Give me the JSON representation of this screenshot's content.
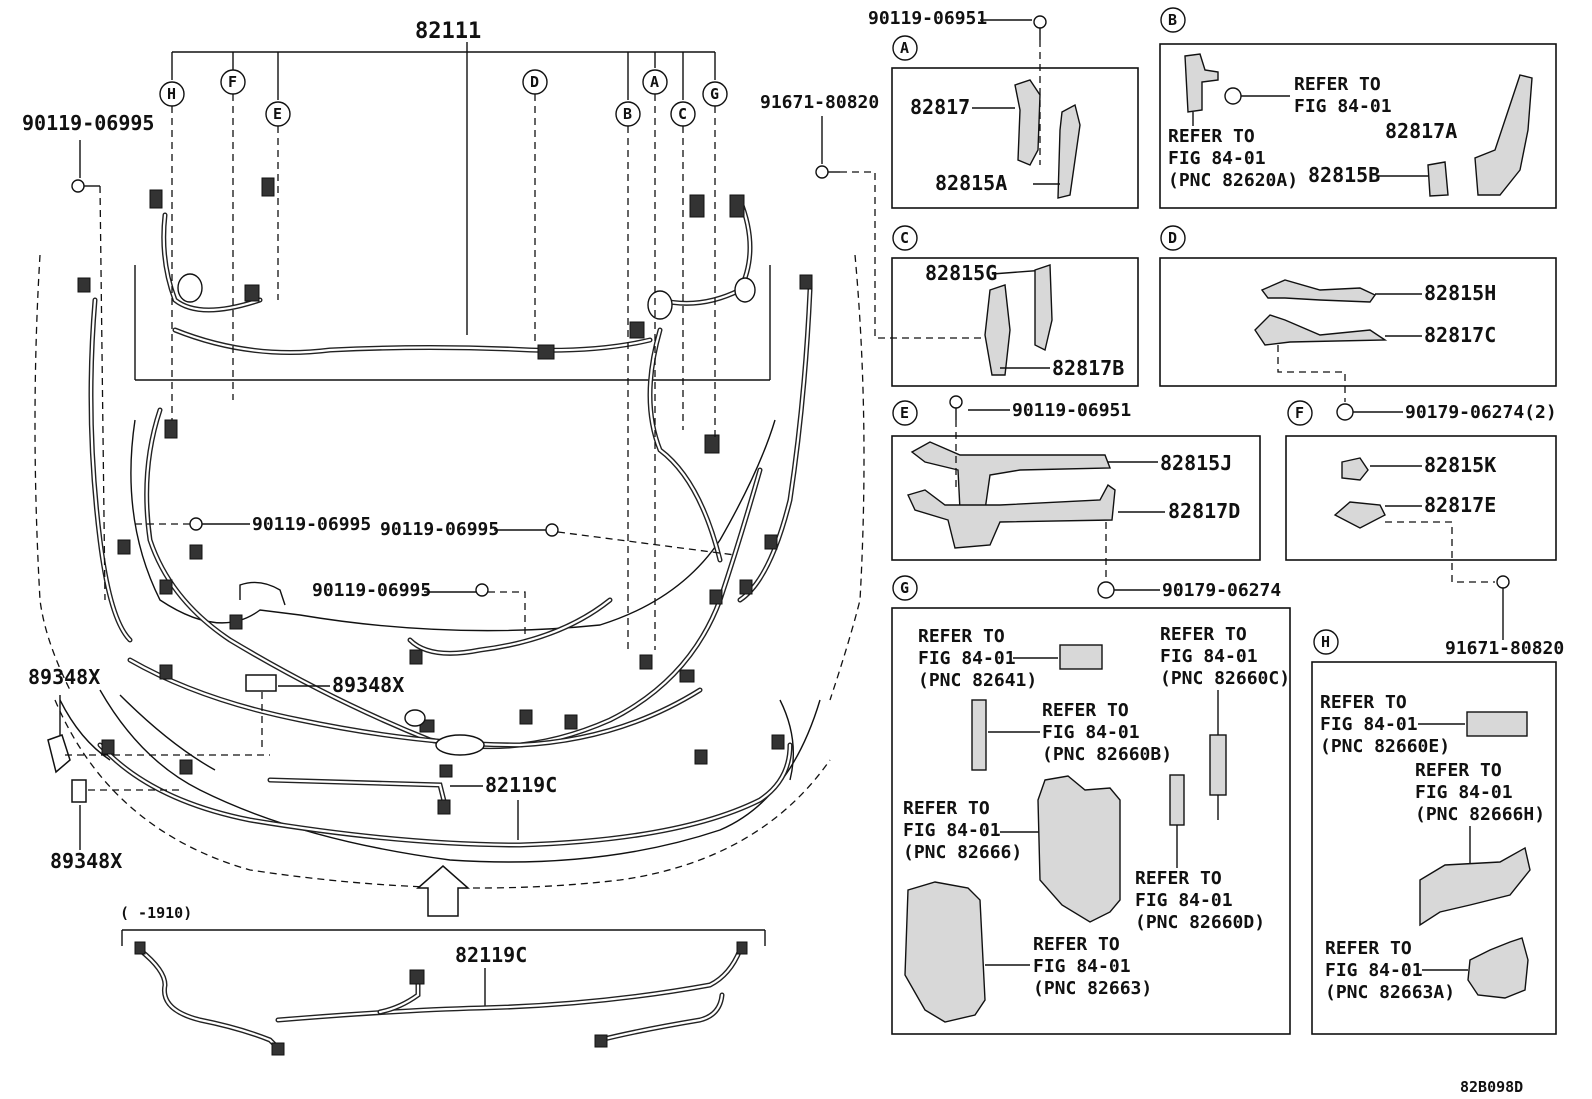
{
  "diagram_id": "82B098D",
  "main": {
    "harness_label": "82111",
    "bumper_harness_label": "82119C",
    "variant_label": "82119C",
    "variant_note": "(    -1910)",
    "clip_label": "89348X",
    "bolt_labels": {
      "top_left": "90119-06995",
      "top_center": "90119-06951",
      "left_mid": "91671-80820",
      "center_1": "90119-06995",
      "center_2": "90119-06995",
      "center_3": "90119-06995"
    },
    "bubbles": [
      "H",
      "F",
      "E",
      "D",
      "B",
      "A",
      "C",
      "G"
    ]
  },
  "insets": {
    "A": {
      "letter": "A",
      "parts": [
        "82817",
        "82815A"
      ]
    },
    "B": {
      "letter": "B",
      "parts": [
        "82817A",
        "82815B"
      ],
      "refer1": [
        "REFER TO",
        "FIG 84-01"
      ],
      "refer2": [
        "REFER TO",
        "FIG 84-01",
        "(PNC 82620A)"
      ]
    },
    "C": {
      "letter": "C",
      "parts": [
        "82815G",
        "82817B"
      ]
    },
    "D": {
      "letter": "D",
      "parts": [
        "82815H",
        "82817C"
      ]
    },
    "E": {
      "letter": "E",
      "parts": [
        "82815J",
        "82817D"
      ],
      "bolt": "90119-06951",
      "clip": "90179-06274"
    },
    "F": {
      "letter": "F",
      "parts": [
        "82815K",
        "82817E"
      ],
      "clip": "90179-06274(2)",
      "bolt": "91671-80820"
    },
    "G": {
      "letter": "G",
      "refs": [
        [
          "REFER TO",
          "FIG 84-01",
          "(PNC 82641)"
        ],
        [
          "REFER TO",
          "FIG 84-01",
          "(PNC 82660C)"
        ],
        [
          "REFER TO",
          "FIG 84-01",
          "(PNC 82660B)"
        ],
        [
          "REFER TO",
          "FIG 84-01",
          "(PNC 82666)"
        ],
        [
          "REFER TO",
          "FIG 84-01",
          "(PNC 82660D)"
        ],
        [
          "REFER TO",
          "FIG 84-01",
          "(PNC 82663)"
        ]
      ]
    },
    "H": {
      "letter": "H",
      "refs": [
        [
          "REFER TO",
          "FIG 84-01",
          "(PNC 82660E)"
        ],
        [
          "REFER TO",
          "FIG 84-01",
          "(PNC 82666H)"
        ],
        [
          "REFER TO",
          "FIG 84-01",
          "(PNC 82663A)"
        ]
      ]
    }
  }
}
